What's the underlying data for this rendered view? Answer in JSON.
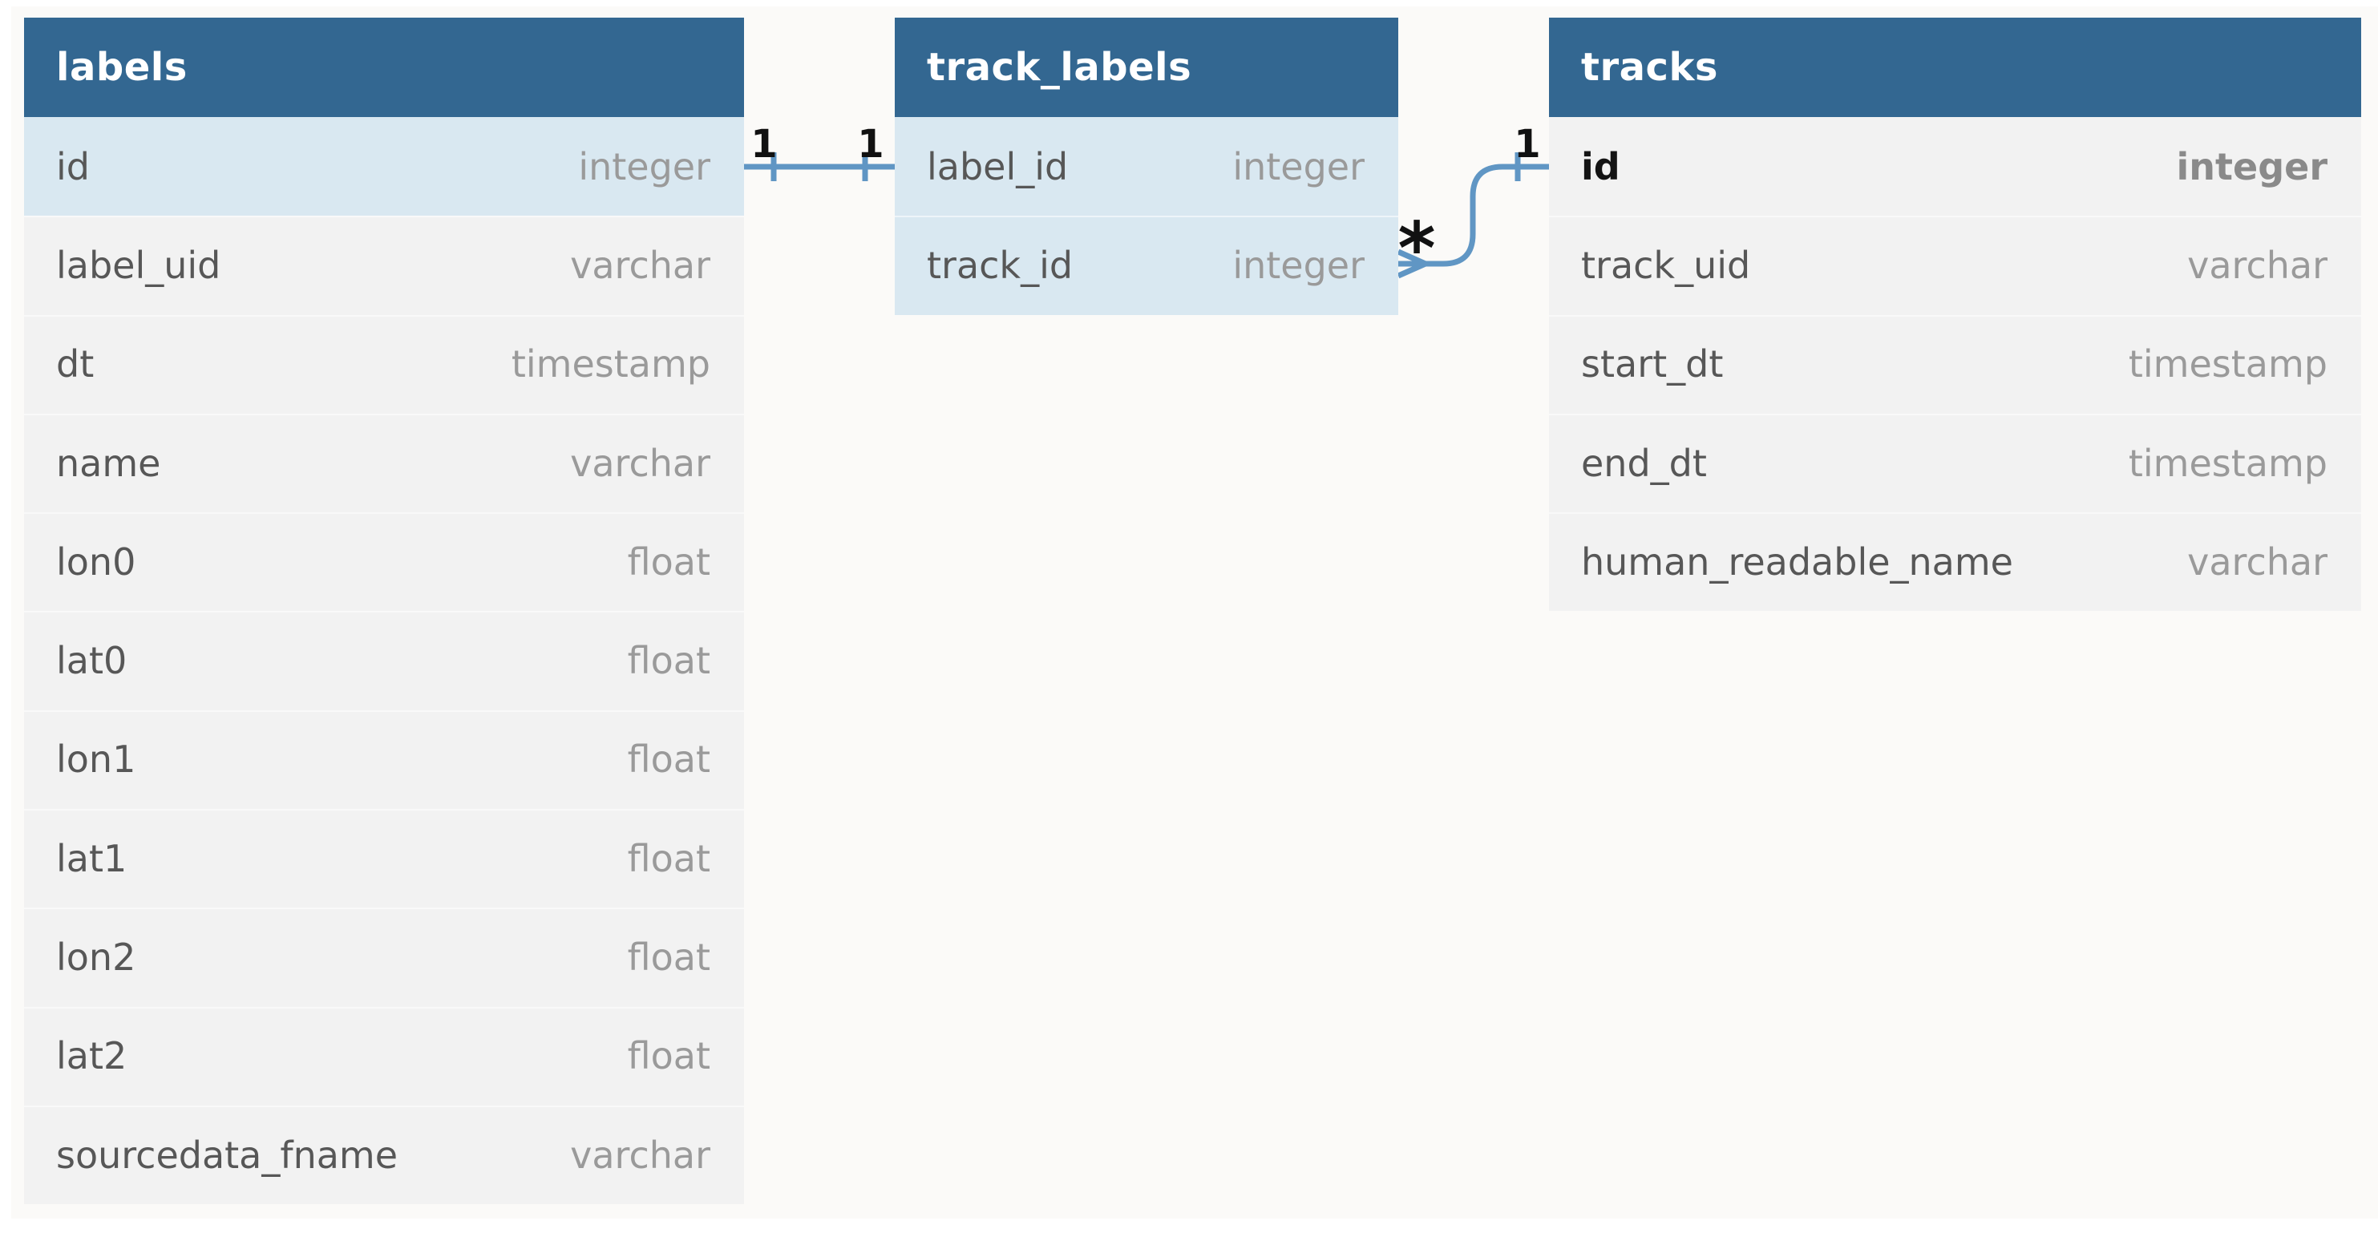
{
  "diagram": {
    "background": "#fbfaf8",
    "colors": {
      "header_bg": "#336791",
      "header_text": "#ffffff",
      "row_bg": "#f2f2f2",
      "row_highlight_bg": "#d9e8f1",
      "column_name_text": "#575757",
      "column_type_text": "#9a9a9a",
      "emphasis_text": "#141414",
      "relationship_line": "#6096c4",
      "cardinality_text": "#111111"
    },
    "tables": [
      {
        "name": "labels",
        "columns": [
          {
            "name": "id",
            "type": "integer",
            "highlight": true
          },
          {
            "name": "label_uid",
            "type": "varchar"
          },
          {
            "name": "dt",
            "type": "timestamp"
          },
          {
            "name": "name",
            "type": "varchar"
          },
          {
            "name": "lon0",
            "type": "float"
          },
          {
            "name": "lat0",
            "type": "float"
          },
          {
            "name": "lon1",
            "type": "float"
          },
          {
            "name": "lat1",
            "type": "float"
          },
          {
            "name": "lon2",
            "type": "float"
          },
          {
            "name": "lat2",
            "type": "float"
          },
          {
            "name": "sourcedata_fname",
            "type": "varchar"
          }
        ]
      },
      {
        "name": "track_labels",
        "columns": [
          {
            "name": "label_id",
            "type": "integer",
            "highlight": true
          },
          {
            "name": "track_id",
            "type": "integer",
            "highlight": true
          }
        ]
      },
      {
        "name": "tracks",
        "columns": [
          {
            "name": "id",
            "type": "integer",
            "emphasis": true
          },
          {
            "name": "track_uid",
            "type": "varchar"
          },
          {
            "name": "start_dt",
            "type": "timestamp"
          },
          {
            "name": "end_dt",
            "type": "timestamp"
          },
          {
            "name": "human_readable_name",
            "type": "varchar"
          }
        ]
      }
    ],
    "relationships": [
      {
        "from_table": "labels",
        "from_column": "id",
        "to_table": "track_labels",
        "to_column": "label_id",
        "from_cardinality": "1",
        "to_cardinality": "1"
      },
      {
        "from_table": "track_labels",
        "from_column": "track_id",
        "to_table": "tracks",
        "to_column": "id",
        "from_cardinality": "*",
        "to_cardinality": "1"
      }
    ]
  }
}
